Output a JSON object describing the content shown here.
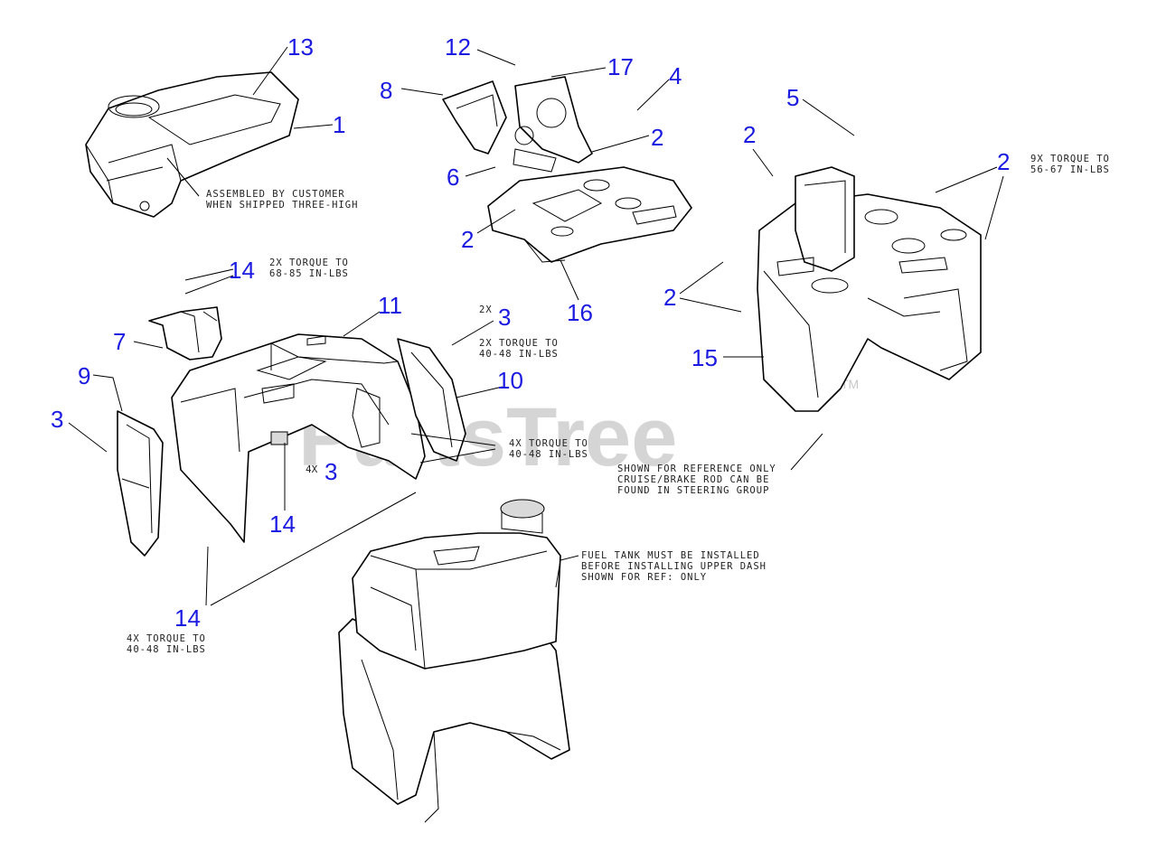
{
  "watermark": {
    "text": "PartsTree",
    "tm": "TM"
  },
  "callouts": {
    "c13": "13",
    "c1": "1",
    "c12": "12",
    "c17": "17",
    "c8": "8",
    "c4": "4",
    "c2a": "2",
    "c6": "6",
    "c2b": "2",
    "c16": "16",
    "c5": "5",
    "c2c": "2",
    "c2d": "2",
    "c2e": "2",
    "c15": "15",
    "c14a": "14",
    "c11": "11",
    "c7": "7",
    "c3a": "3",
    "c9": "9",
    "c10": "10",
    "c3b": "3",
    "c3c": "3",
    "c14b": "14",
    "c14c": "14"
  },
  "notes": {
    "assembled_1": "ASSEMBLED BY CUSTOMER",
    "assembled_2": "WHEN SHIPPED THREE-HIGH",
    "torque14_1": "2X TORQUE TO",
    "torque14_2": "68-85 IN-LBS",
    "qty3": "2X",
    "torque3_1": "2X TORQUE TO",
    "torque3_2": "40-48 IN-LBS",
    "torque9x_1": "9X TORQUE TO",
    "torque9x_2": "56-67 IN-LBS",
    "torque4x_1": "4X TORQUE TO",
    "torque4x_2": "40-48 IN-LBS",
    "qty4x": "4X",
    "ref_1": "SHOWN FOR REFERENCE ONLY",
    "ref_2": "CRUISE/BRAKE ROD CAN BE",
    "ref_3": "FOUND IN STEERING GROUP",
    "fuel_1": "FUEL TANK MUST BE INSTALLED",
    "fuel_2": "BEFORE INSTALLING UPPER DASH",
    "fuel_3": "SHOWN FOR REF: ONLY",
    "torque14b_1": "4X TORQUE TO",
    "torque14b_2": "40-48 IN-LBS"
  }
}
